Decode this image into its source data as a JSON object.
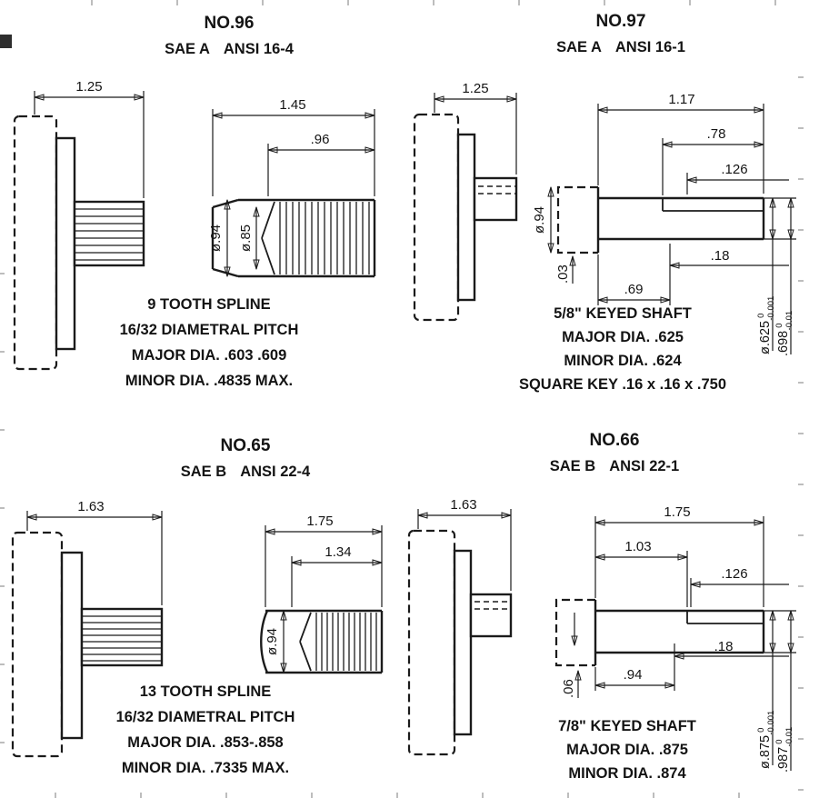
{
  "page": {
    "background": "#ffffff",
    "ink": "#1b1b1b",
    "grid_mark_color": "#bdbdbd"
  },
  "panels": [
    {
      "no": "NO.96",
      "sae": "SAE A",
      "ansi": "ANSI 16-4",
      "dims": {
        "flange_width": "1.25",
        "shaft_length": "1.45",
        "spline_length": ".96",
        "pilot_dia": "ø.94",
        "secondary_dia": "ø.85"
      },
      "notes": [
        "9 TOOTH SPLINE",
        "16/32 DIAMETRAL PITCH",
        "MAJOR DIA. .603 .609",
        "MINOR DIA. .4835 MAX."
      ]
    },
    {
      "no": "NO.97",
      "sae": "SAE A",
      "ansi": "ANSI 16-1",
      "dims": {
        "flange_width": "1.25",
        "shaft_length": "1.17",
        "key_length": ".78",
        "key_height": ".126",
        "pilot_dia": "ø.94",
        "step": ".03",
        "d18": ".18",
        "d69": ".69",
        "major": "ø.625",
        "major_tol_hi": "0",
        "major_tol_lo": "-0.001",
        "over": ".698",
        "over_tol_hi": "0",
        "over_tol_lo": "-0.01"
      },
      "notes": [
        "5/8\" KEYED SHAFT",
        "MAJOR DIA. .625",
        "MINOR DIA. .624",
        "SQUARE KEY .16 x .16 x .750"
      ]
    },
    {
      "no": "NO.65",
      "sae": "SAE B",
      "ansi": "ANSI 22-4",
      "dims": {
        "flange_width": "1.63",
        "shaft_length": "1.75",
        "spline_length": "1.34",
        "pilot_dia": "ø.94"
      },
      "notes": [
        "13 TOOTH SPLINE",
        "16/32 DIAMETRAL PITCH",
        "MAJOR DIA. .853-.858",
        "MINOR DIA. .7335 MAX."
      ]
    },
    {
      "no": "NO.66",
      "sae": "SAE B",
      "ansi": "ANSI 22-1",
      "dims": {
        "flange_width": "1.63",
        "shaft_length": "1.75",
        "key_dist": "1.03",
        "key_height": ".126",
        "step": ".06",
        "d18": ".18",
        "d94": ".94",
        "major": "ø.875",
        "major_tol_hi": "0",
        "major_tol_lo": "-0.001",
        "over": ".987",
        "over_tol_hi": "0",
        "over_tol_lo": "-0.01"
      },
      "notes": [
        "7/8\" KEYED SHAFT",
        "MAJOR DIA. .875",
        "MINOR DIA. .874"
      ]
    }
  ]
}
